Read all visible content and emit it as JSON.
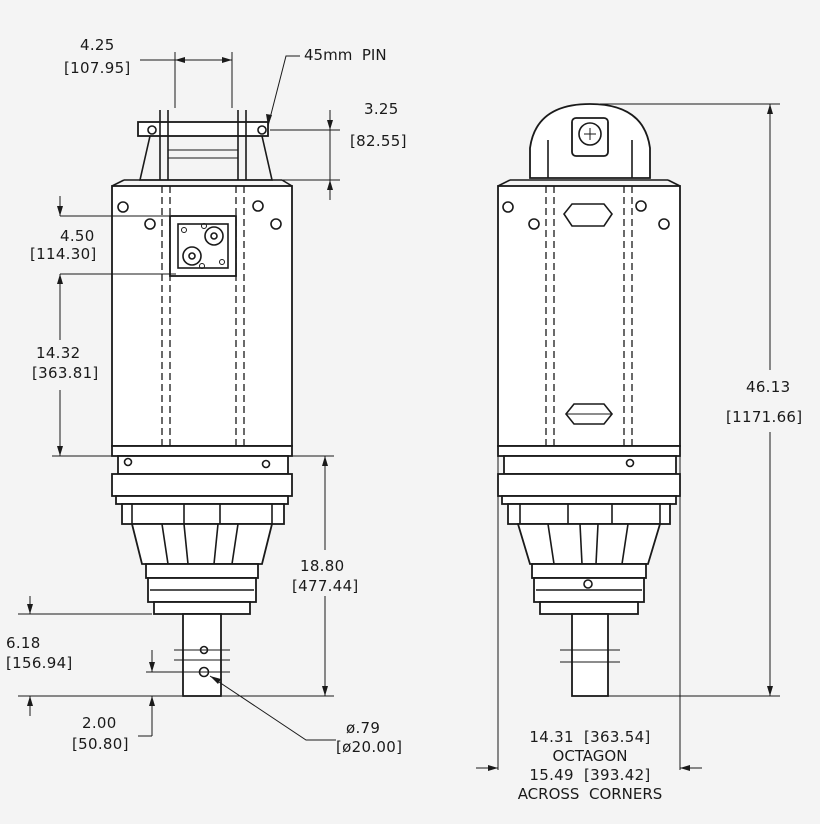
{
  "callouts": {
    "pin": "45mm  PIN",
    "pin_spacing": {
      "imperial": "4.25",
      "metric": "[107.95]"
    },
    "pin_height": {
      "imperial": "3.25",
      "metric": "[82.55]"
    },
    "upper_offset": {
      "imperial": "4.50",
      "metric": "[114.30]"
    },
    "motor_height": {
      "imperial": "14.32",
      "metric": "[363.81]"
    },
    "lower_height": {
      "imperial": "18.80",
      "metric": "[477.44]"
    },
    "shaft_length": {
      "imperial": "6.18",
      "metric": "[156.94]"
    },
    "hole_offset": {
      "imperial": "2.00",
      "metric": "[50.80]"
    },
    "hole_dia": {
      "imperial": "ø.79",
      "metric": "[ø20.00]"
    },
    "overall_height": {
      "imperial": "46.13",
      "metric": "[1171.66]"
    },
    "octagon": {
      "line1": "14.31  [363.54]",
      "line2": "OCTAGON"
    },
    "across_corners": {
      "line1": "15.49  [393.42]",
      "line2": "ACROSS  CORNERS"
    }
  }
}
